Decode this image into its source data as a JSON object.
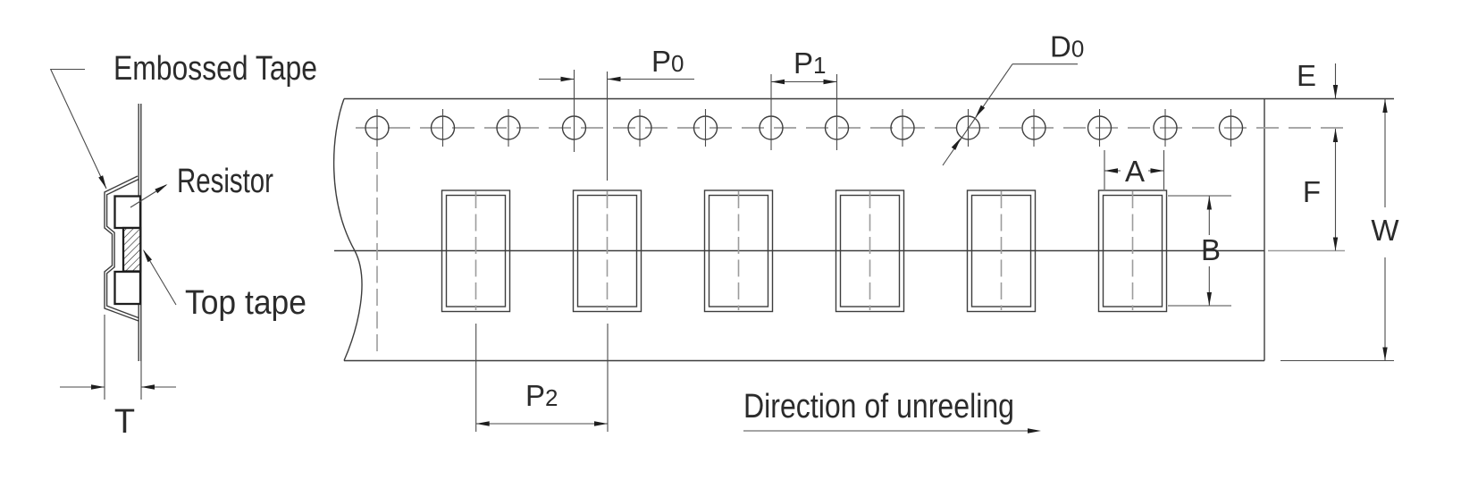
{
  "section_view": {
    "embossed_tape_label": "Embossed Tape",
    "resistor_label": "Resistor",
    "top_tape_label": "Top tape",
    "thickness_label": "T"
  },
  "top_view": {
    "dim_p0": {
      "main": "P",
      "sub": "0"
    },
    "dim_p1": {
      "main": "P",
      "sub": "1"
    },
    "dim_p2": {
      "main": "P",
      "sub": "2"
    },
    "dim_d0": {
      "main": "D",
      "sub": "0"
    },
    "dim_e": "E",
    "dim_f": "F",
    "dim_w": "W",
    "dim_a": "A",
    "dim_b": "B",
    "direction_label": "Direction of unreeling",
    "sprocket_hole_count": 14,
    "pocket_count": 6
  },
  "colors": {
    "background": "#ffffff",
    "line": "#3d3d3d",
    "dimension": "#4a4a4a",
    "centerline": "#9c9c9c",
    "text": "#2b2b2b",
    "fill_dark": "#1e1e1e"
  }
}
